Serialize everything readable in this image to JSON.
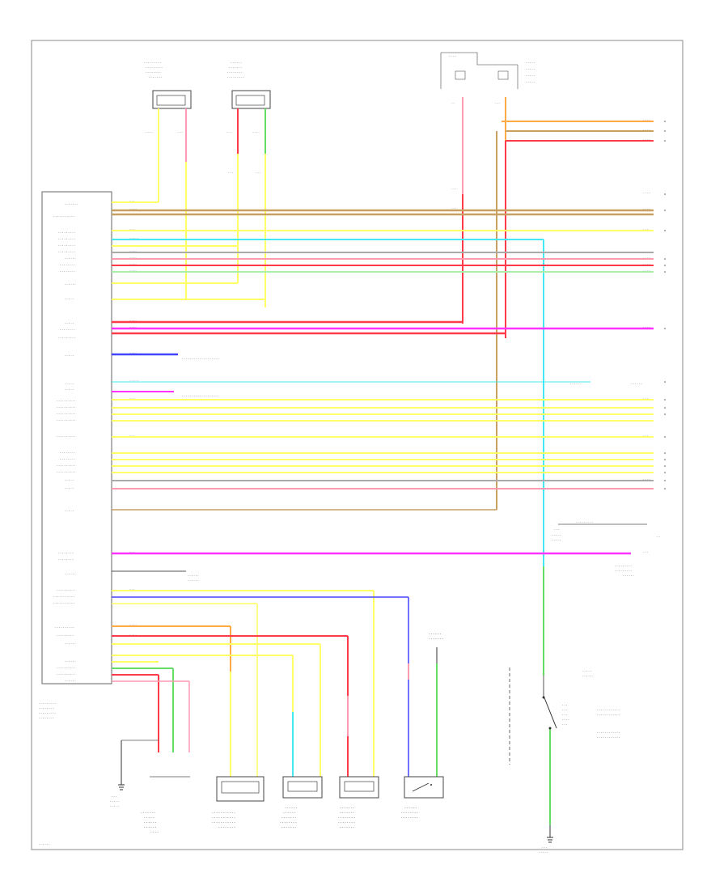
{
  "colors": {
    "yellow": "#ffff66",
    "brown": "#c8a060",
    "cyan": "#44e8f0",
    "red": "#ff3b4a",
    "pink": "#ff9bb0",
    "green": "#66dd66",
    "magenta": "#ff33ff",
    "gray": "#aaaaaa",
    "blue": "#4444ff",
    "orange": "#ffaa44",
    "lightgreen": "#aaeeaa",
    "frame": "#777777",
    "component_outline": "#555555"
  },
  "icons": [
    "ground-symbol",
    "switch-symbol",
    "connector-pin",
    "arrow-tip"
  ]
}
